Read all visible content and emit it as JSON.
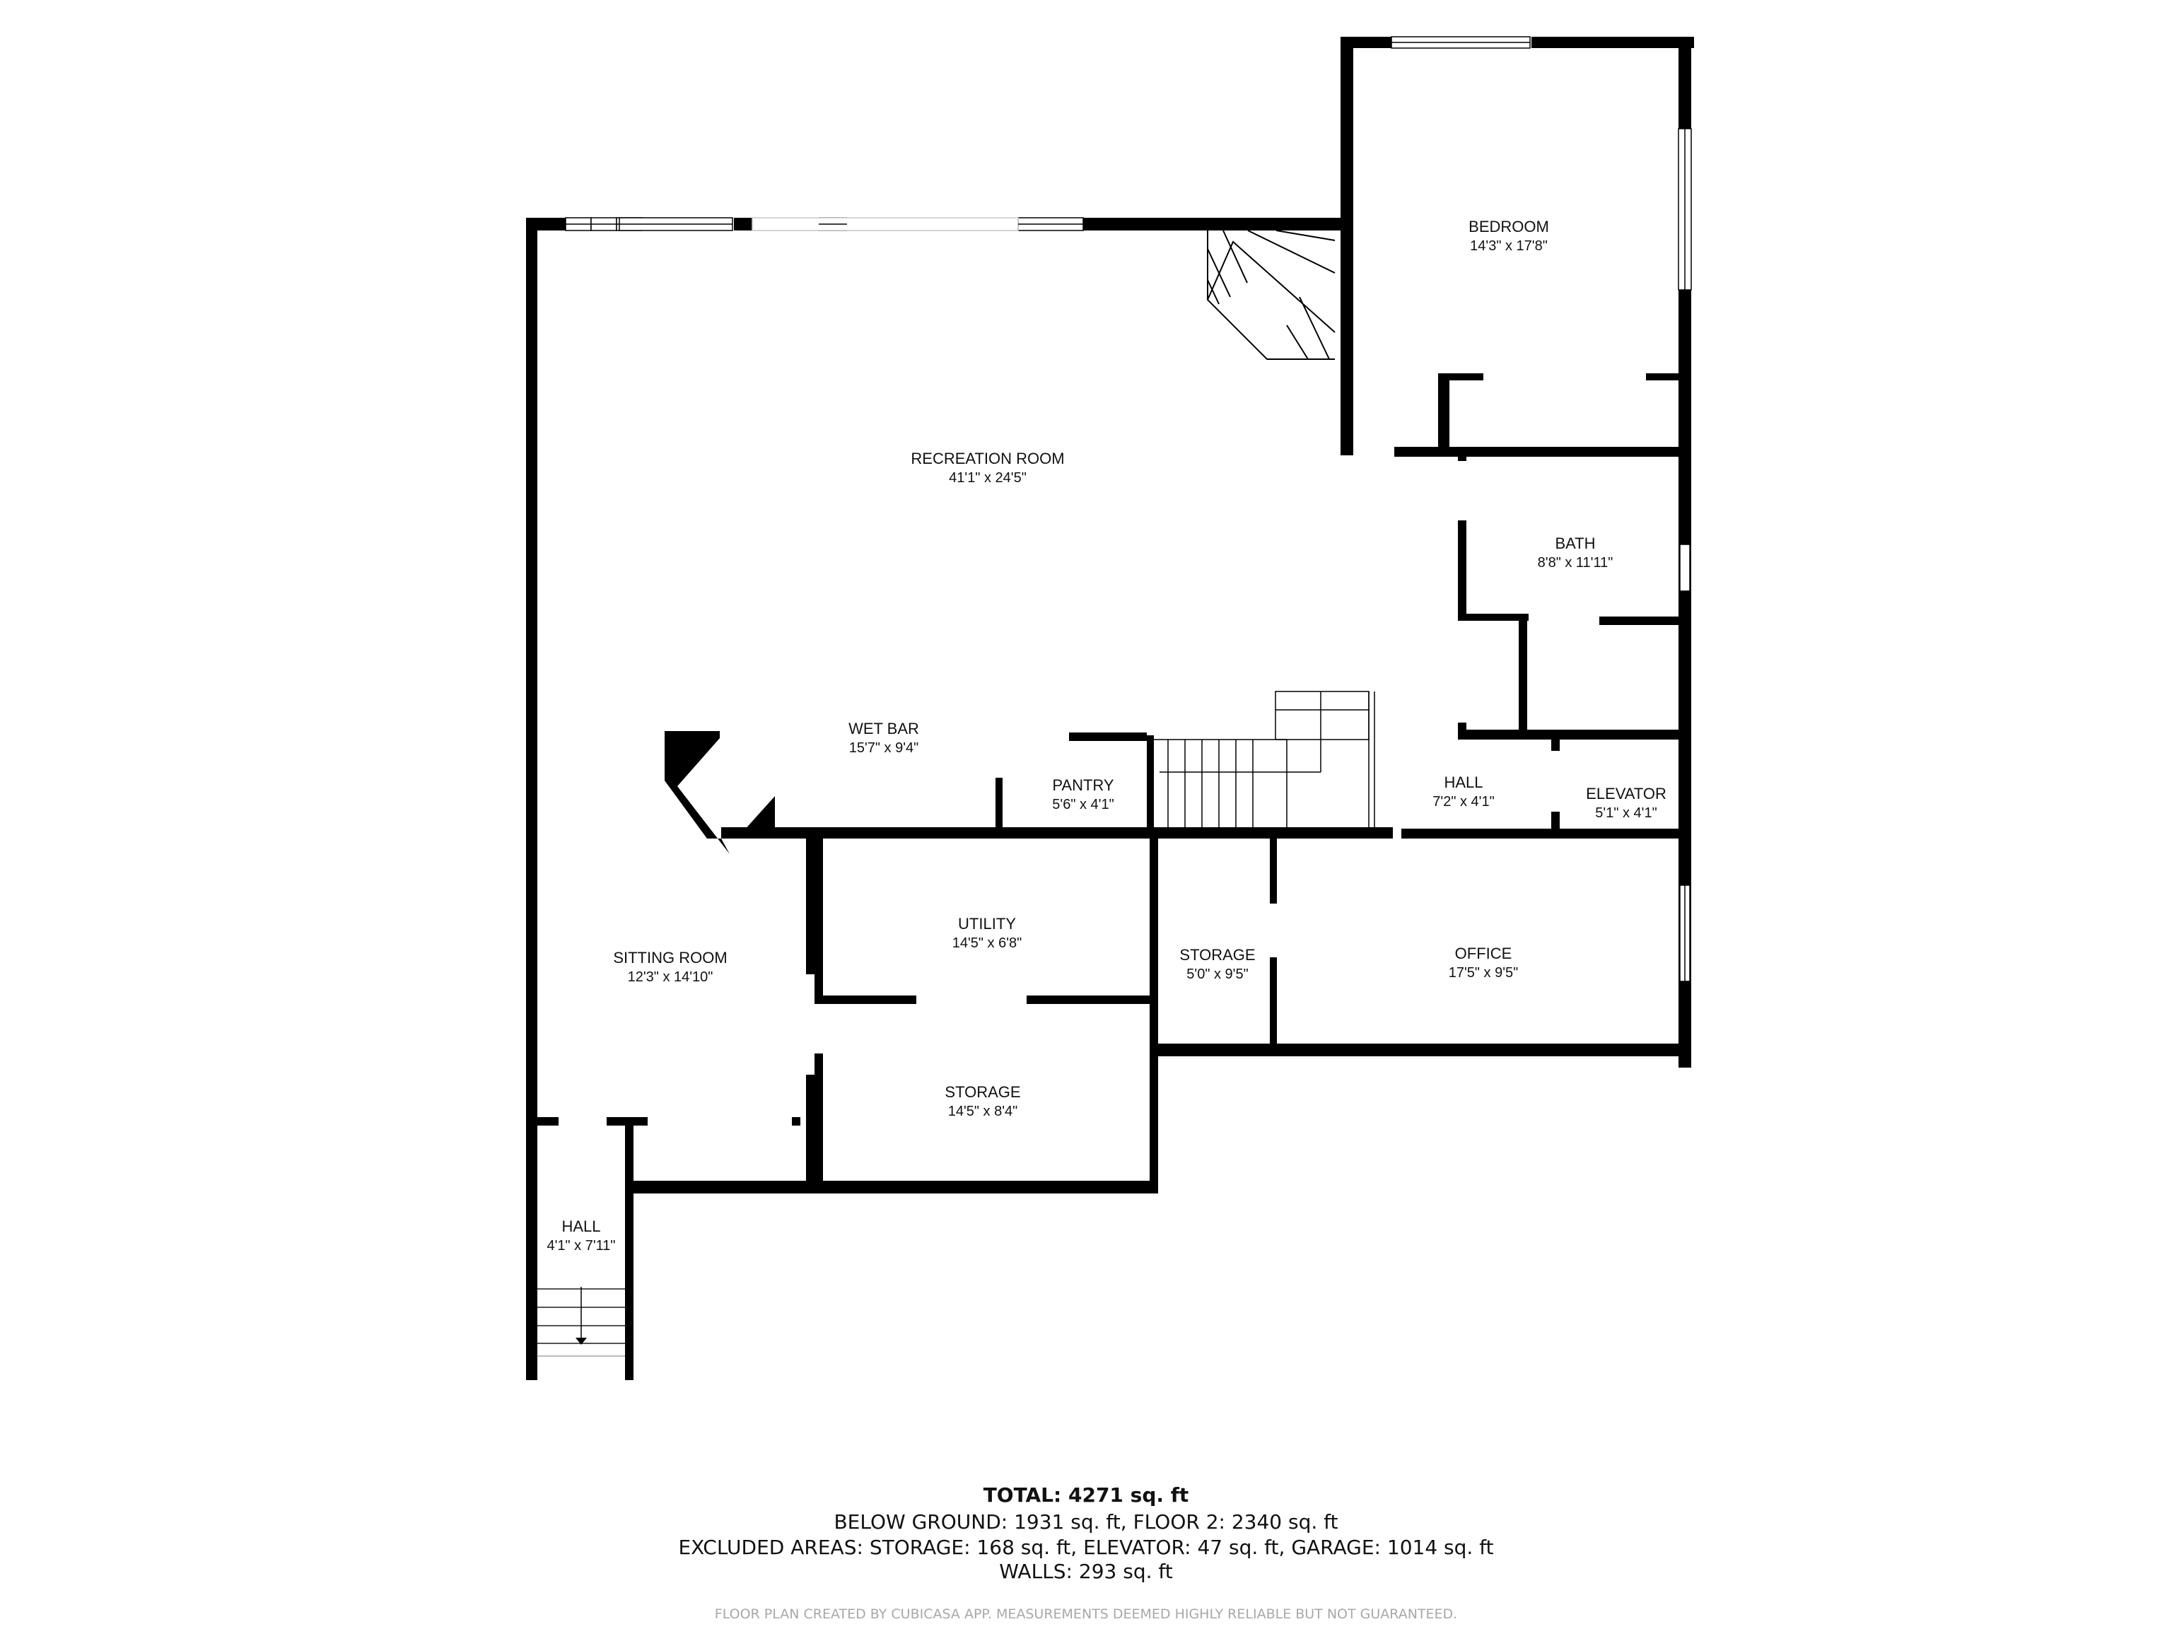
{
  "floor_plan": {
    "rooms": [
      {
        "id": "bedroom",
        "name": "BEDROOM",
        "dimensions": "14'3\" x 17'8\""
      },
      {
        "id": "recreation-room",
        "name": "RECREATION ROOM",
        "dimensions": "41'1\" x 24'5\""
      },
      {
        "id": "bath",
        "name": "BATH",
        "dimensions": "8'8\" x 11'11\""
      },
      {
        "id": "wet-bar",
        "name": "WET BAR",
        "dimensions": "15'7\" x 9'4\""
      },
      {
        "id": "pantry",
        "name": "PANTRY",
        "dimensions": "5'6\" x 4'1\""
      },
      {
        "id": "hall-upper",
        "name": "HALL",
        "dimensions": "7'2\" x 4'1\""
      },
      {
        "id": "elevator",
        "name": "ELEVATOR",
        "dimensions": "5'1\" x 4'1\""
      },
      {
        "id": "utility",
        "name": "UTILITY",
        "dimensions": "14'5\" x 6'8\""
      },
      {
        "id": "storage-small",
        "name": "STORAGE",
        "dimensions": "5'0\" x 9'5\""
      },
      {
        "id": "office",
        "name": "OFFICE",
        "dimensions": "17'5\" x 9'5\""
      },
      {
        "id": "sitting-room",
        "name": "SITTING ROOM",
        "dimensions": "12'3\" x 14'10\""
      },
      {
        "id": "storage-large",
        "name": "STORAGE",
        "dimensions": "14'5\" x 8'4\""
      },
      {
        "id": "hall-lower",
        "name": "HALL",
        "dimensions": "4'1\" x 7'11\""
      }
    ]
  },
  "summary": {
    "total": "TOTAL: 4271 sq. ft",
    "floors": "BELOW GROUND: 1931 sq. ft, FLOOR 2: 2340 sq. ft",
    "excluded": "EXCLUDED AREAS: STORAGE: 168 sq. ft, ELEVATOR: 47 sq. ft, GARAGE: 1014 sq. ft",
    "walls": "WALLS: 293 sq. ft"
  },
  "footer": {
    "disclaimer": "FLOOR PLAN CREATED BY CUBICASA APP. MEASUREMENTS DEEMED HIGHLY RELIABLE BUT NOT GUARANTEED."
  },
  "colors": {
    "wall": "#000000",
    "background": "#ffffff",
    "opening": "#c8c8c8",
    "disclaimer": "#a8a8a8"
  }
}
